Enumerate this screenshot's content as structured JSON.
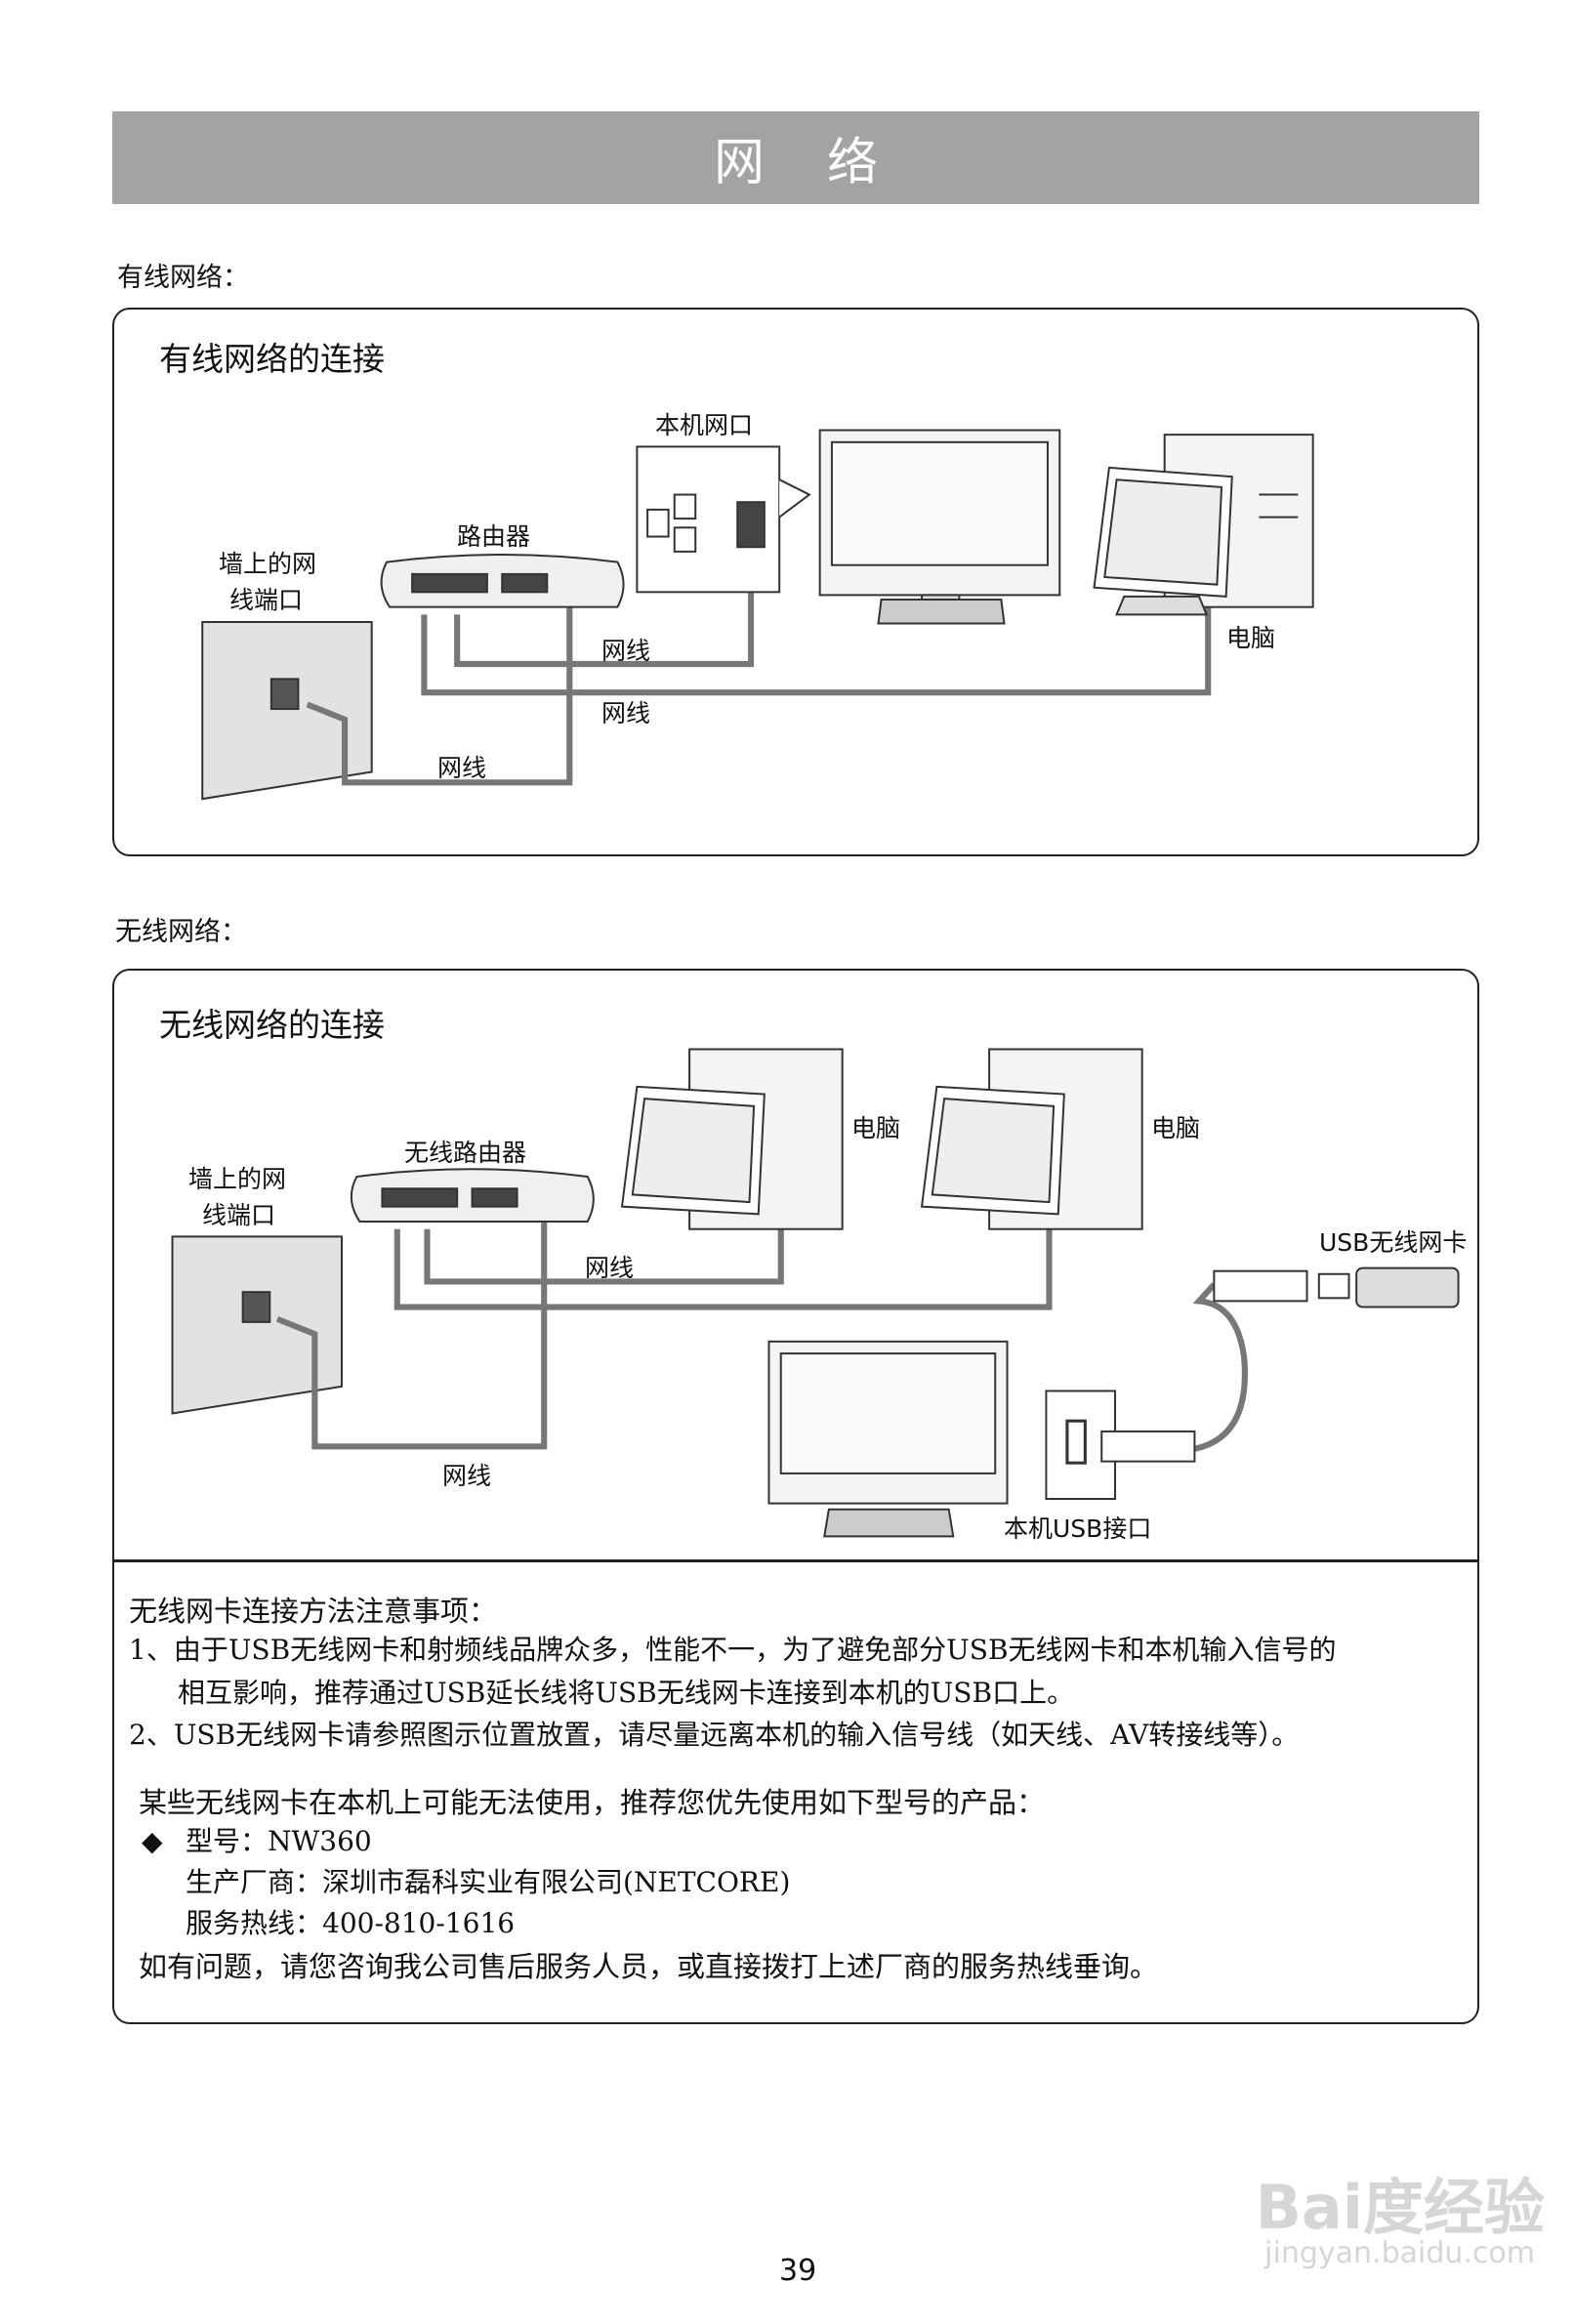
{
  "header": {
    "title": "网络"
  },
  "wired": {
    "section_label": "有线网络：",
    "box_title": "有线网络的连接",
    "labels": {
      "local_port": "本机网口",
      "router": "路由器",
      "wall_port_line1": "墙上的网",
      "wall_port_line2": "线端口",
      "cable1": "网线",
      "cable2": "网线",
      "cable3": "网线",
      "computer": "电脑"
    }
  },
  "wireless": {
    "section_label": "无线网络：",
    "box_title": "无线网络的连接",
    "labels": {
      "router": "无线路由器",
      "wall_port_line1": "墙上的网",
      "wall_port_line2": "线端口",
      "computer1": "电脑",
      "computer2": "电脑",
      "usb_card": "USB无线网卡",
      "cable1": "网线",
      "cable2": "网线",
      "usb_port": "本机USB接口"
    },
    "notes": {
      "heading": "无线网卡连接方法注意事项：",
      "items": [
        "1、由于USB无线网卡和射频线品牌众多，性能不一，为了避免部分USB无线网卡和本机输入信号的",
        "相互影响，推荐通过USB延长线将USB无线网卡连接到本机的USB口上。",
        "2、USB无线网卡请参照图示位置放置，请尽量远离本机的输入信号线（如天线、AV转接线等）。"
      ],
      "recommend": "某些无线网卡在本机上可能无法使用，推荐您优先使用如下型号的产品：",
      "model": "型号：NW360",
      "maker": "生产厂商：深圳市磊科实业有限公司(NETCORE)",
      "hotline": "服务热线：400-810-1616",
      "footer": "如有问题，请您咨询我公司售后服务人员，或直接拨打上述厂商的服务热线垂询。"
    }
  },
  "page_number": "39",
  "watermark": {
    "logo": "Bai度经验",
    "url": "jingyan.baidu.com"
  }
}
